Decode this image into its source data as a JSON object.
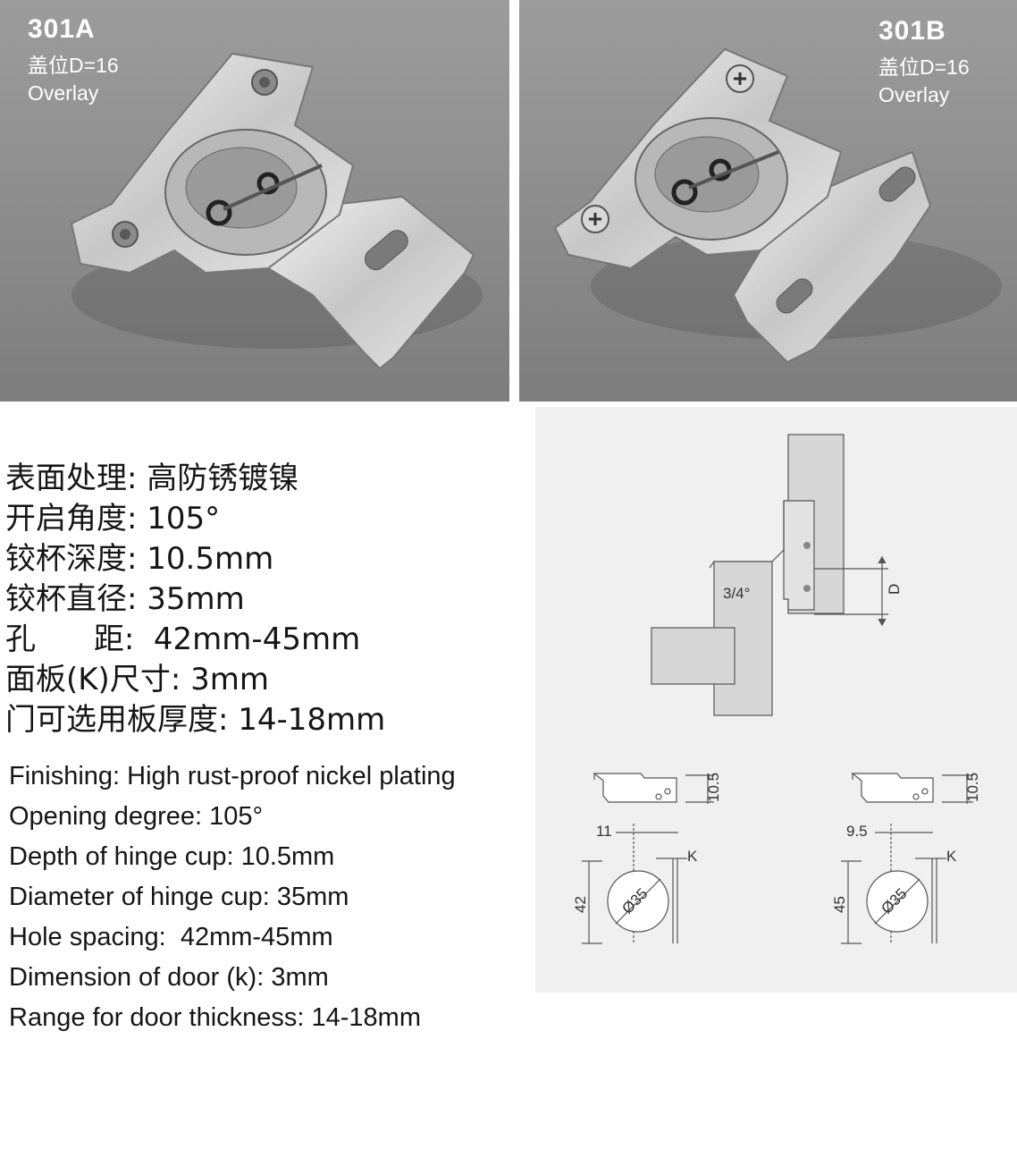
{
  "products": [
    {
      "model": "301A",
      "overlay_cn": "盖位D=16",
      "overlay_en": "Overlay"
    },
    {
      "model": "301B",
      "overlay_cn": "盖位D=16",
      "overlay_en": "Overlay"
    }
  ],
  "specs_cn": [
    "表面处理:  高防锈镀镍",
    "开启角度:  105°",
    "铰杯深度:  10.5mm",
    "铰杯直径:  35mm",
    "孔      距:  42mm-45mm",
    "面板(K)尺寸:  3mm",
    "门可选用板厚度: 14-18mm"
  ],
  "specs_en": [
    "Finishing: High rust-proof nickel plating",
    "Opening degree: 105°",
    "Depth of hinge cup: 10.5mm",
    "Diameter of hinge cup: 35mm",
    "Hole spacing:  42mm-45mm",
    "Dimension of door (k): 3mm",
    "Range for door thickness: 14-18mm"
  ],
  "diagram": {
    "angle_label": "3/4°",
    "d_label": "D",
    "left": {
      "depth": "10.5",
      "offset": "11",
      "spacing": "42",
      "diameter": "Ø35",
      "k": "K"
    },
    "right": {
      "depth": "10.5",
      "offset": "9.5",
      "spacing": "45",
      "diameter": "Ø35",
      "k": "K"
    }
  }
}
